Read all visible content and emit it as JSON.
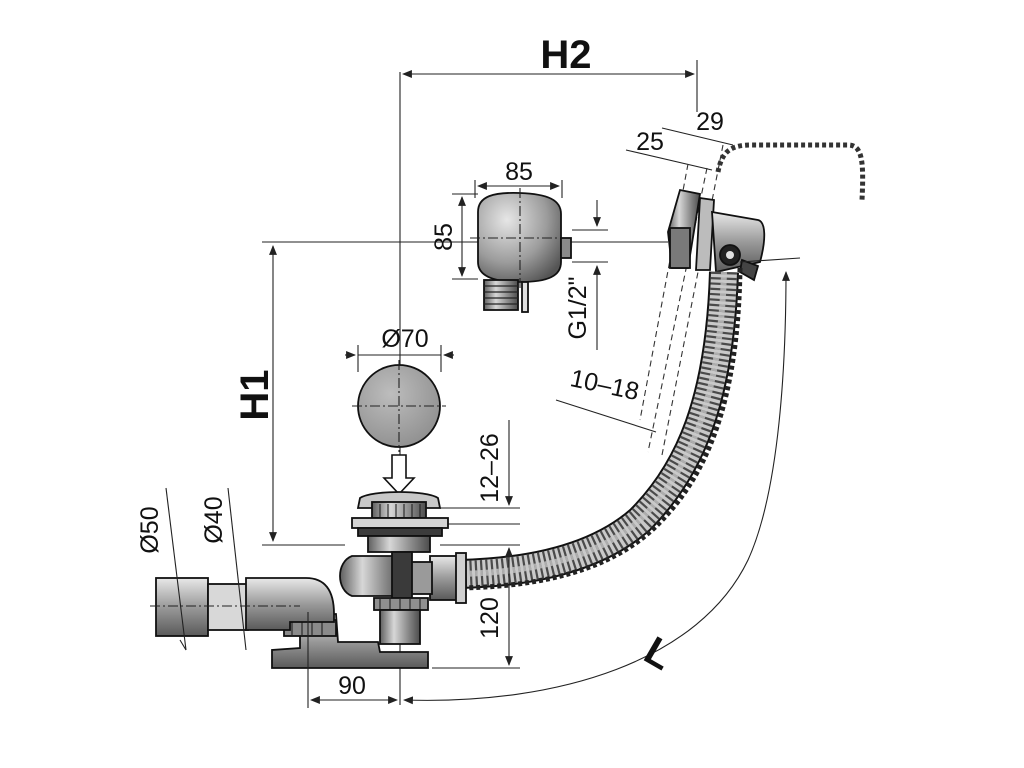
{
  "drawing": {
    "labels": {
      "h2": "H2",
      "h1": "H1",
      "l": "L",
      "d85_width": "85",
      "d85_height": "85",
      "d25": "25",
      "d29": "29",
      "thread": "G1/2\"",
      "d70": "Ø70",
      "range_10_18": "10–18",
      "range_12_26": "12–26",
      "d50": "Ø50",
      "d40": "Ø40",
      "d120": "120",
      "d90": "90"
    },
    "colors": {
      "line": "#222222",
      "metal_dark": "#6e6e6e",
      "metal_mid": "#a9a9a9",
      "metal_light": "#e3e3e3",
      "background": "#ffffff"
    }
  }
}
